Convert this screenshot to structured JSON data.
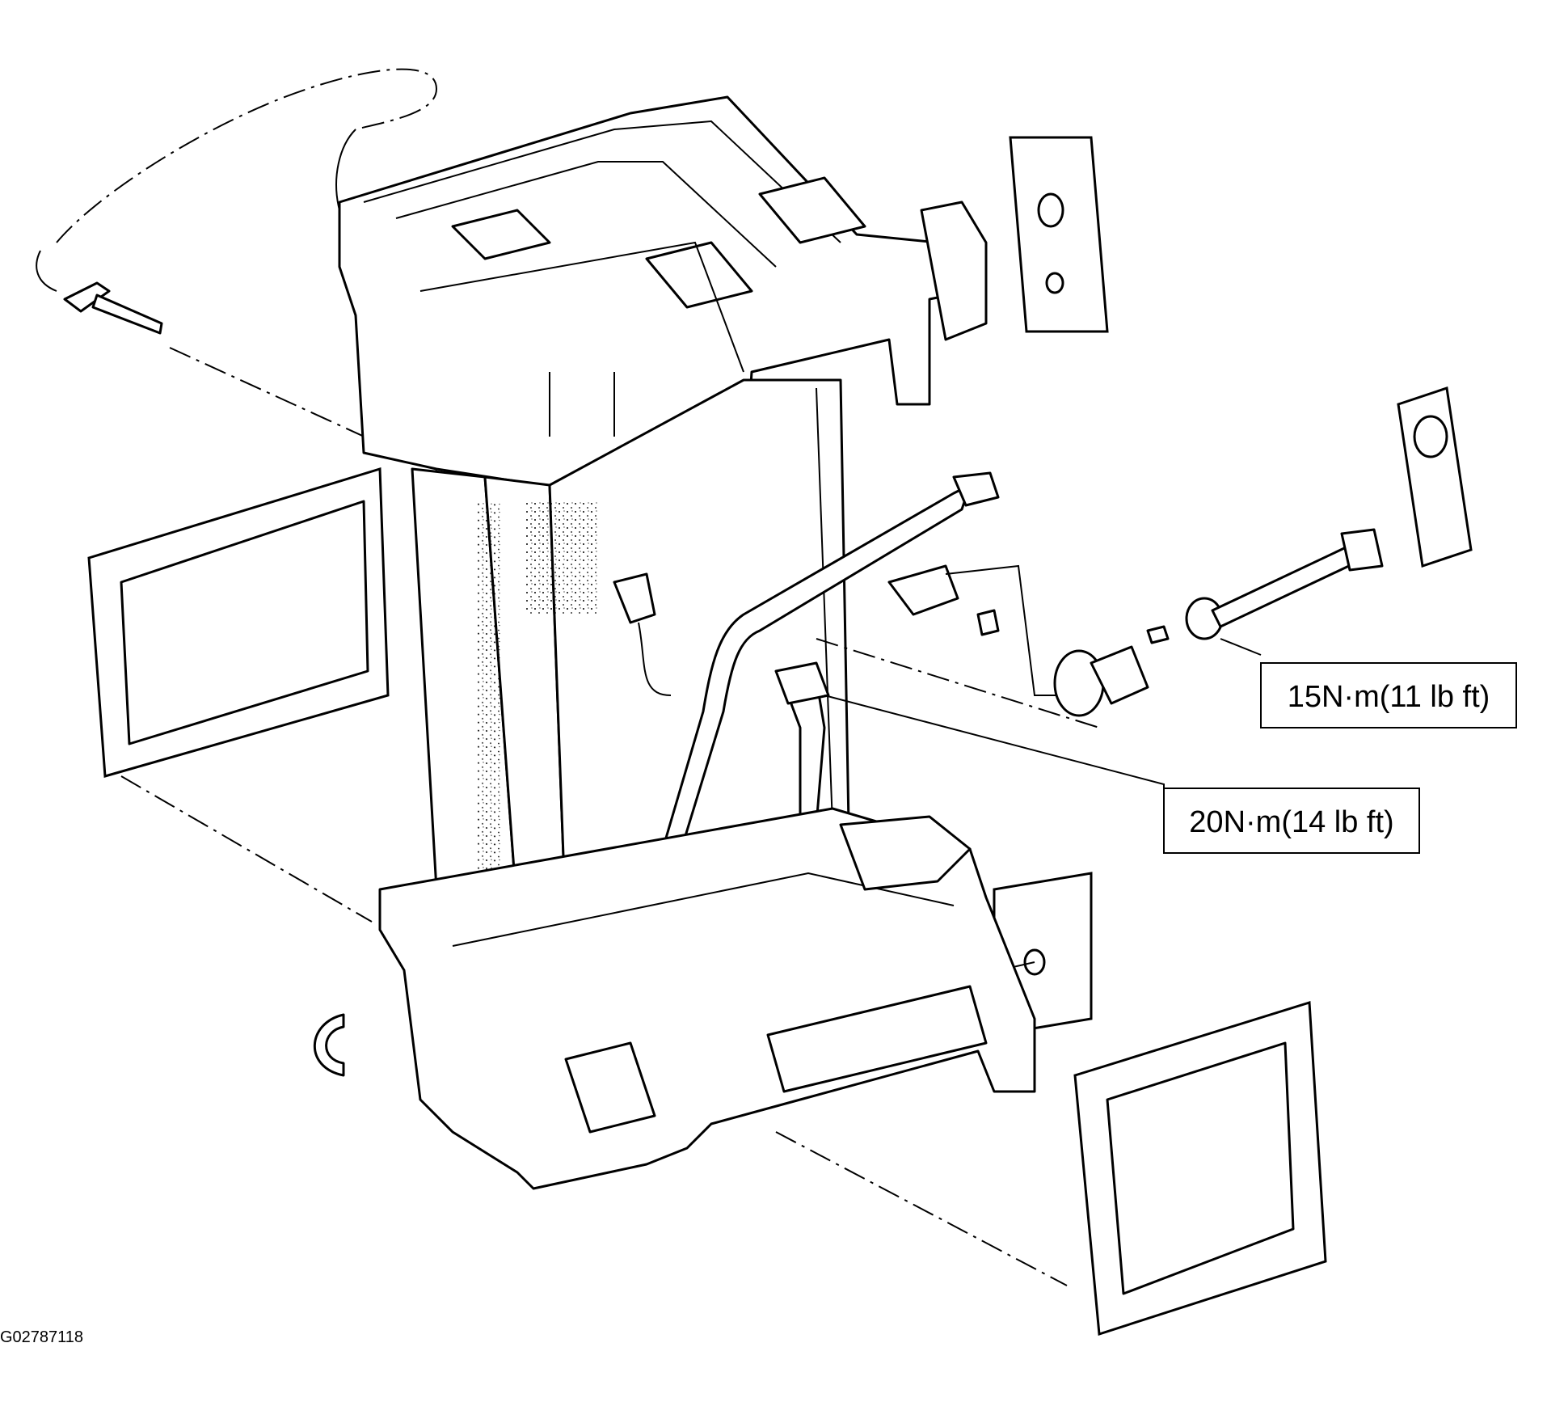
{
  "diagram": {
    "callouts": [
      {
        "id": "torque-expansion-valve",
        "text": "15N·m(11 lb ft)"
      },
      {
        "id": "torque-evaporator-fitting",
        "text": "20N·m(14 lb ft)"
      }
    ],
    "figure_id": "G02787118"
  }
}
